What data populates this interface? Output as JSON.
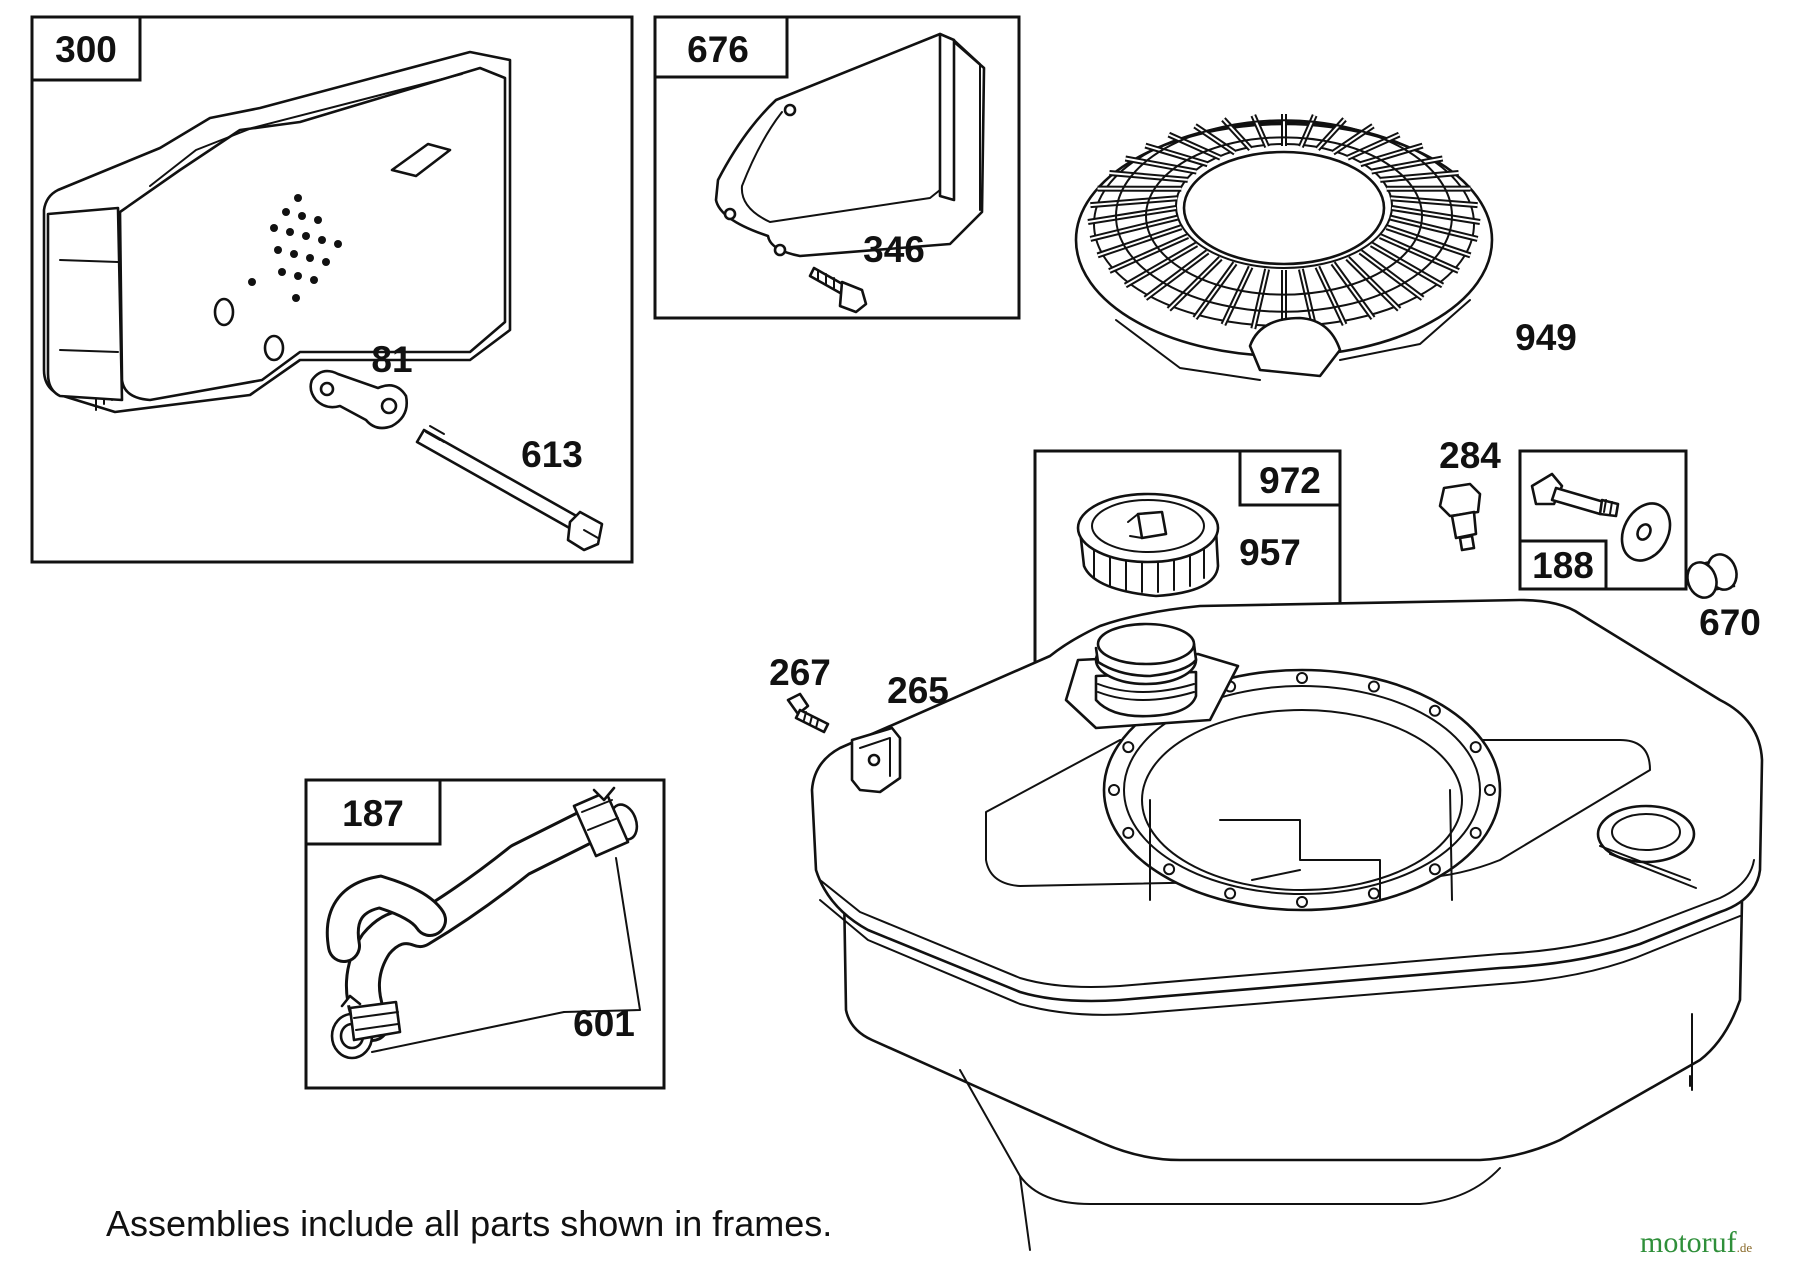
{
  "frames": {
    "f300": "300",
    "f676": "676",
    "f972": "972",
    "f188": "188",
    "f187": "187"
  },
  "callouts": {
    "c81": "81",
    "c613": "613",
    "c346": "346",
    "c949": "949",
    "c957": "957",
    "c284": "284",
    "c670": "670",
    "c267": "267",
    "c265": "265",
    "c601": "601"
  },
  "note": "Assemblies include all parts shown in frames.",
  "watermark": {
    "main": "motoruf",
    "suffix": ".de",
    "color_main": "#2f8f3a",
    "color_suffix": "#8a6a2a"
  },
  "icons": [
    "muffler-icon",
    "muffler-guard-icon",
    "bolt-icon",
    "blower-housing-icon",
    "fuel-cap-icon",
    "fuel-tank-icon",
    "shoulder-screw-icon",
    "washer-icon",
    "spacer-icon",
    "bracket-icon",
    "fuel-line-icon",
    "hose-clamp-icon"
  ]
}
